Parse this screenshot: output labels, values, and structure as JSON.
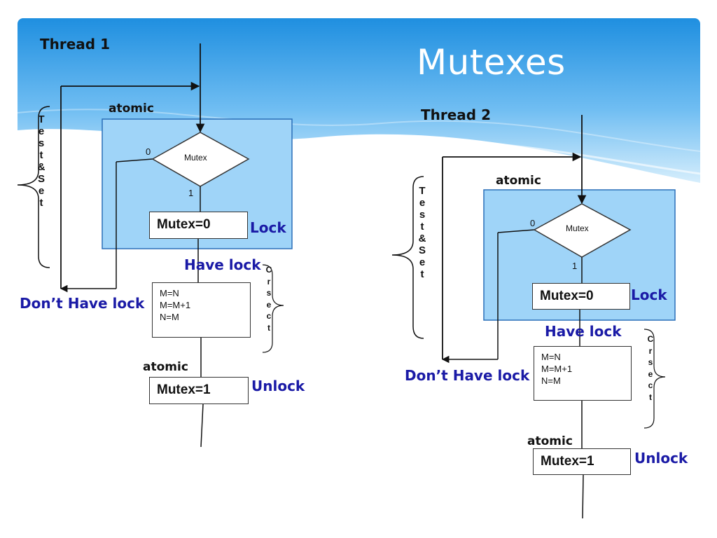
{
  "slide": {
    "title": "Mutexes"
  },
  "thread1": {
    "label": "Thread 1",
    "atomic_top": "atomic",
    "atomic_bottom": "atomic",
    "test_set_letters": [
      "T",
      "e",
      "s",
      "t",
      "&",
      "S",
      "e",
      "t"
    ],
    "decision": {
      "label": "Mutex",
      "branch_zero": "0",
      "branch_one": "1"
    },
    "lock_box": "Mutex=0",
    "lock_label": "Lock",
    "have_lock": "Have lock",
    "dont_have_lock": "Don’t Have lock",
    "critical_section_letters": [
      "C",
      "r",
      "s",
      "e",
      "c",
      "t"
    ],
    "code_lines": [
      "M=N",
      "M=M+1",
      "N=M"
    ],
    "unlock_box": "Mutex=1",
    "unlock_label": "Unlock"
  },
  "thread2": {
    "label": "Thread 2",
    "atomic_top": "atomic",
    "atomic_bottom": "atomic",
    "test_set_letters": [
      "T",
      "e",
      "s",
      "t",
      "&",
      "S",
      "e",
      "t"
    ],
    "decision": {
      "label": "Mutex",
      "branch_zero": "0",
      "branch_one": "1"
    },
    "lock_box": "Mutex=0",
    "lock_label": "Lock",
    "have_lock": "Have lock",
    "dont_have_lock": "Don’t Have lock",
    "critical_section_letters": [
      "C",
      "r",
      "s",
      "e",
      "c",
      "t"
    ],
    "code_lines": [
      "M=N",
      "M=M+1",
      "N=M"
    ],
    "unlock_box": "Mutex=1",
    "unlock_label": "Unlock"
  },
  "colors": {
    "sky_top": "#1f8fe0",
    "sky_bottom": "#c8e8fb",
    "atomic_region": "#9fd4f8",
    "label_blue": "#1a1aa6"
  }
}
